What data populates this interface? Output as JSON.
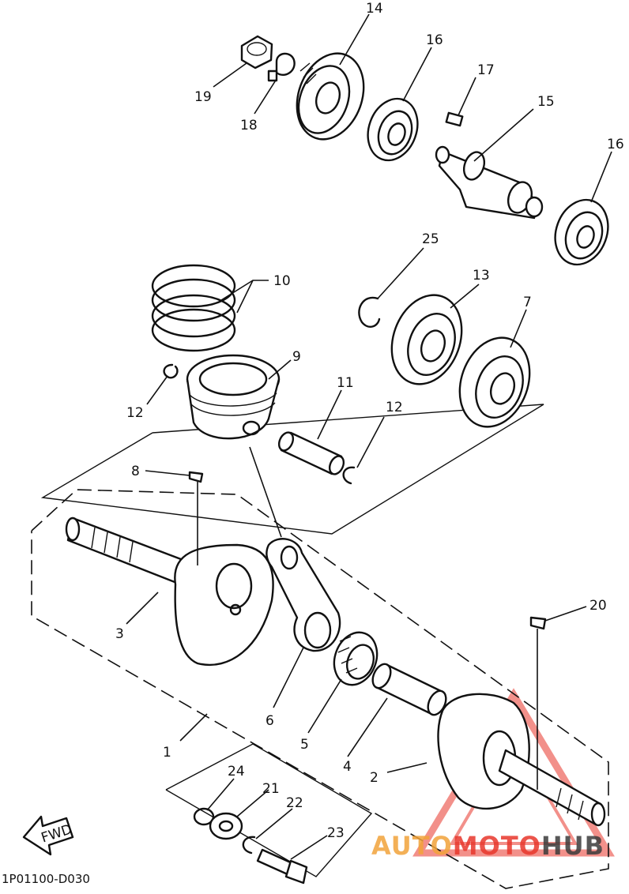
{
  "diagram": {
    "callouts": [
      "14",
      "16",
      "17",
      "15",
      "16",
      "19",
      "18",
      "25",
      "13",
      "7",
      "10",
      "9",
      "11",
      "12",
      "12",
      "8",
      "20",
      "3",
      "6",
      "5",
      "4",
      "2",
      "1",
      "24",
      "21",
      "22",
      "23"
    ],
    "drawing_code": "1P01100-D030",
    "fwd_label": "FWD"
  },
  "watermark": {
    "part1": "AUTO",
    "part2": "MOTO",
    "part3": "HUB",
    "colors": {
      "auto": "#f2a33a",
      "moto": "#e8372c",
      "hub": "#3b3b3b",
      "triangle": "#e8372c"
    }
  }
}
